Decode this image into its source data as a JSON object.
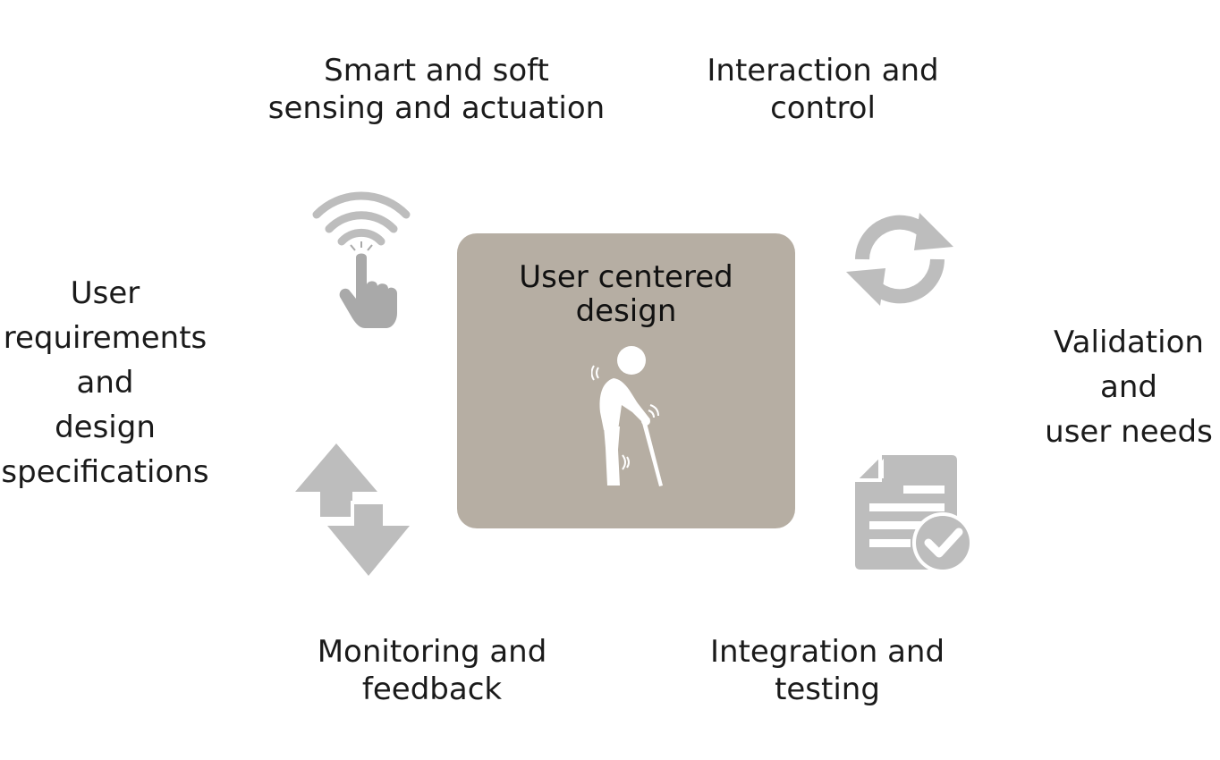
{
  "colors": {
    "icon_gray": "#bdbdbd",
    "icon_dark_gray": "#a9a9a9",
    "center_box": "#b6aea3",
    "figure_white": "#ffffff",
    "text": "#1a1a1a"
  },
  "center": {
    "title_lines": [
      "User centered",
      "design"
    ],
    "icon": "elderly-person-with-cane-icon"
  },
  "steps": {
    "smart": {
      "lines": [
        "Smart and soft",
        "sensing and actuation"
      ],
      "icon": "touch-wireless-icon"
    },
    "interaction": {
      "lines": [
        "Interaction and",
        "control"
      ],
      "icon": "refresh-cycle-icon"
    },
    "validation": {
      "lines": [
        "Validation",
        "and",
        "user needs"
      ]
    },
    "integration": {
      "lines": [
        "Integration and",
        "testing"
      ],
      "icon": "document-check-icon"
    },
    "monitoring": {
      "lines": [
        "Monitoring and",
        "feedback"
      ],
      "icon": "up-down-arrows-icon"
    },
    "user_requirements": {
      "lines": [
        "User",
        "requirements",
        "and",
        "design",
        "specifications"
      ]
    }
  }
}
